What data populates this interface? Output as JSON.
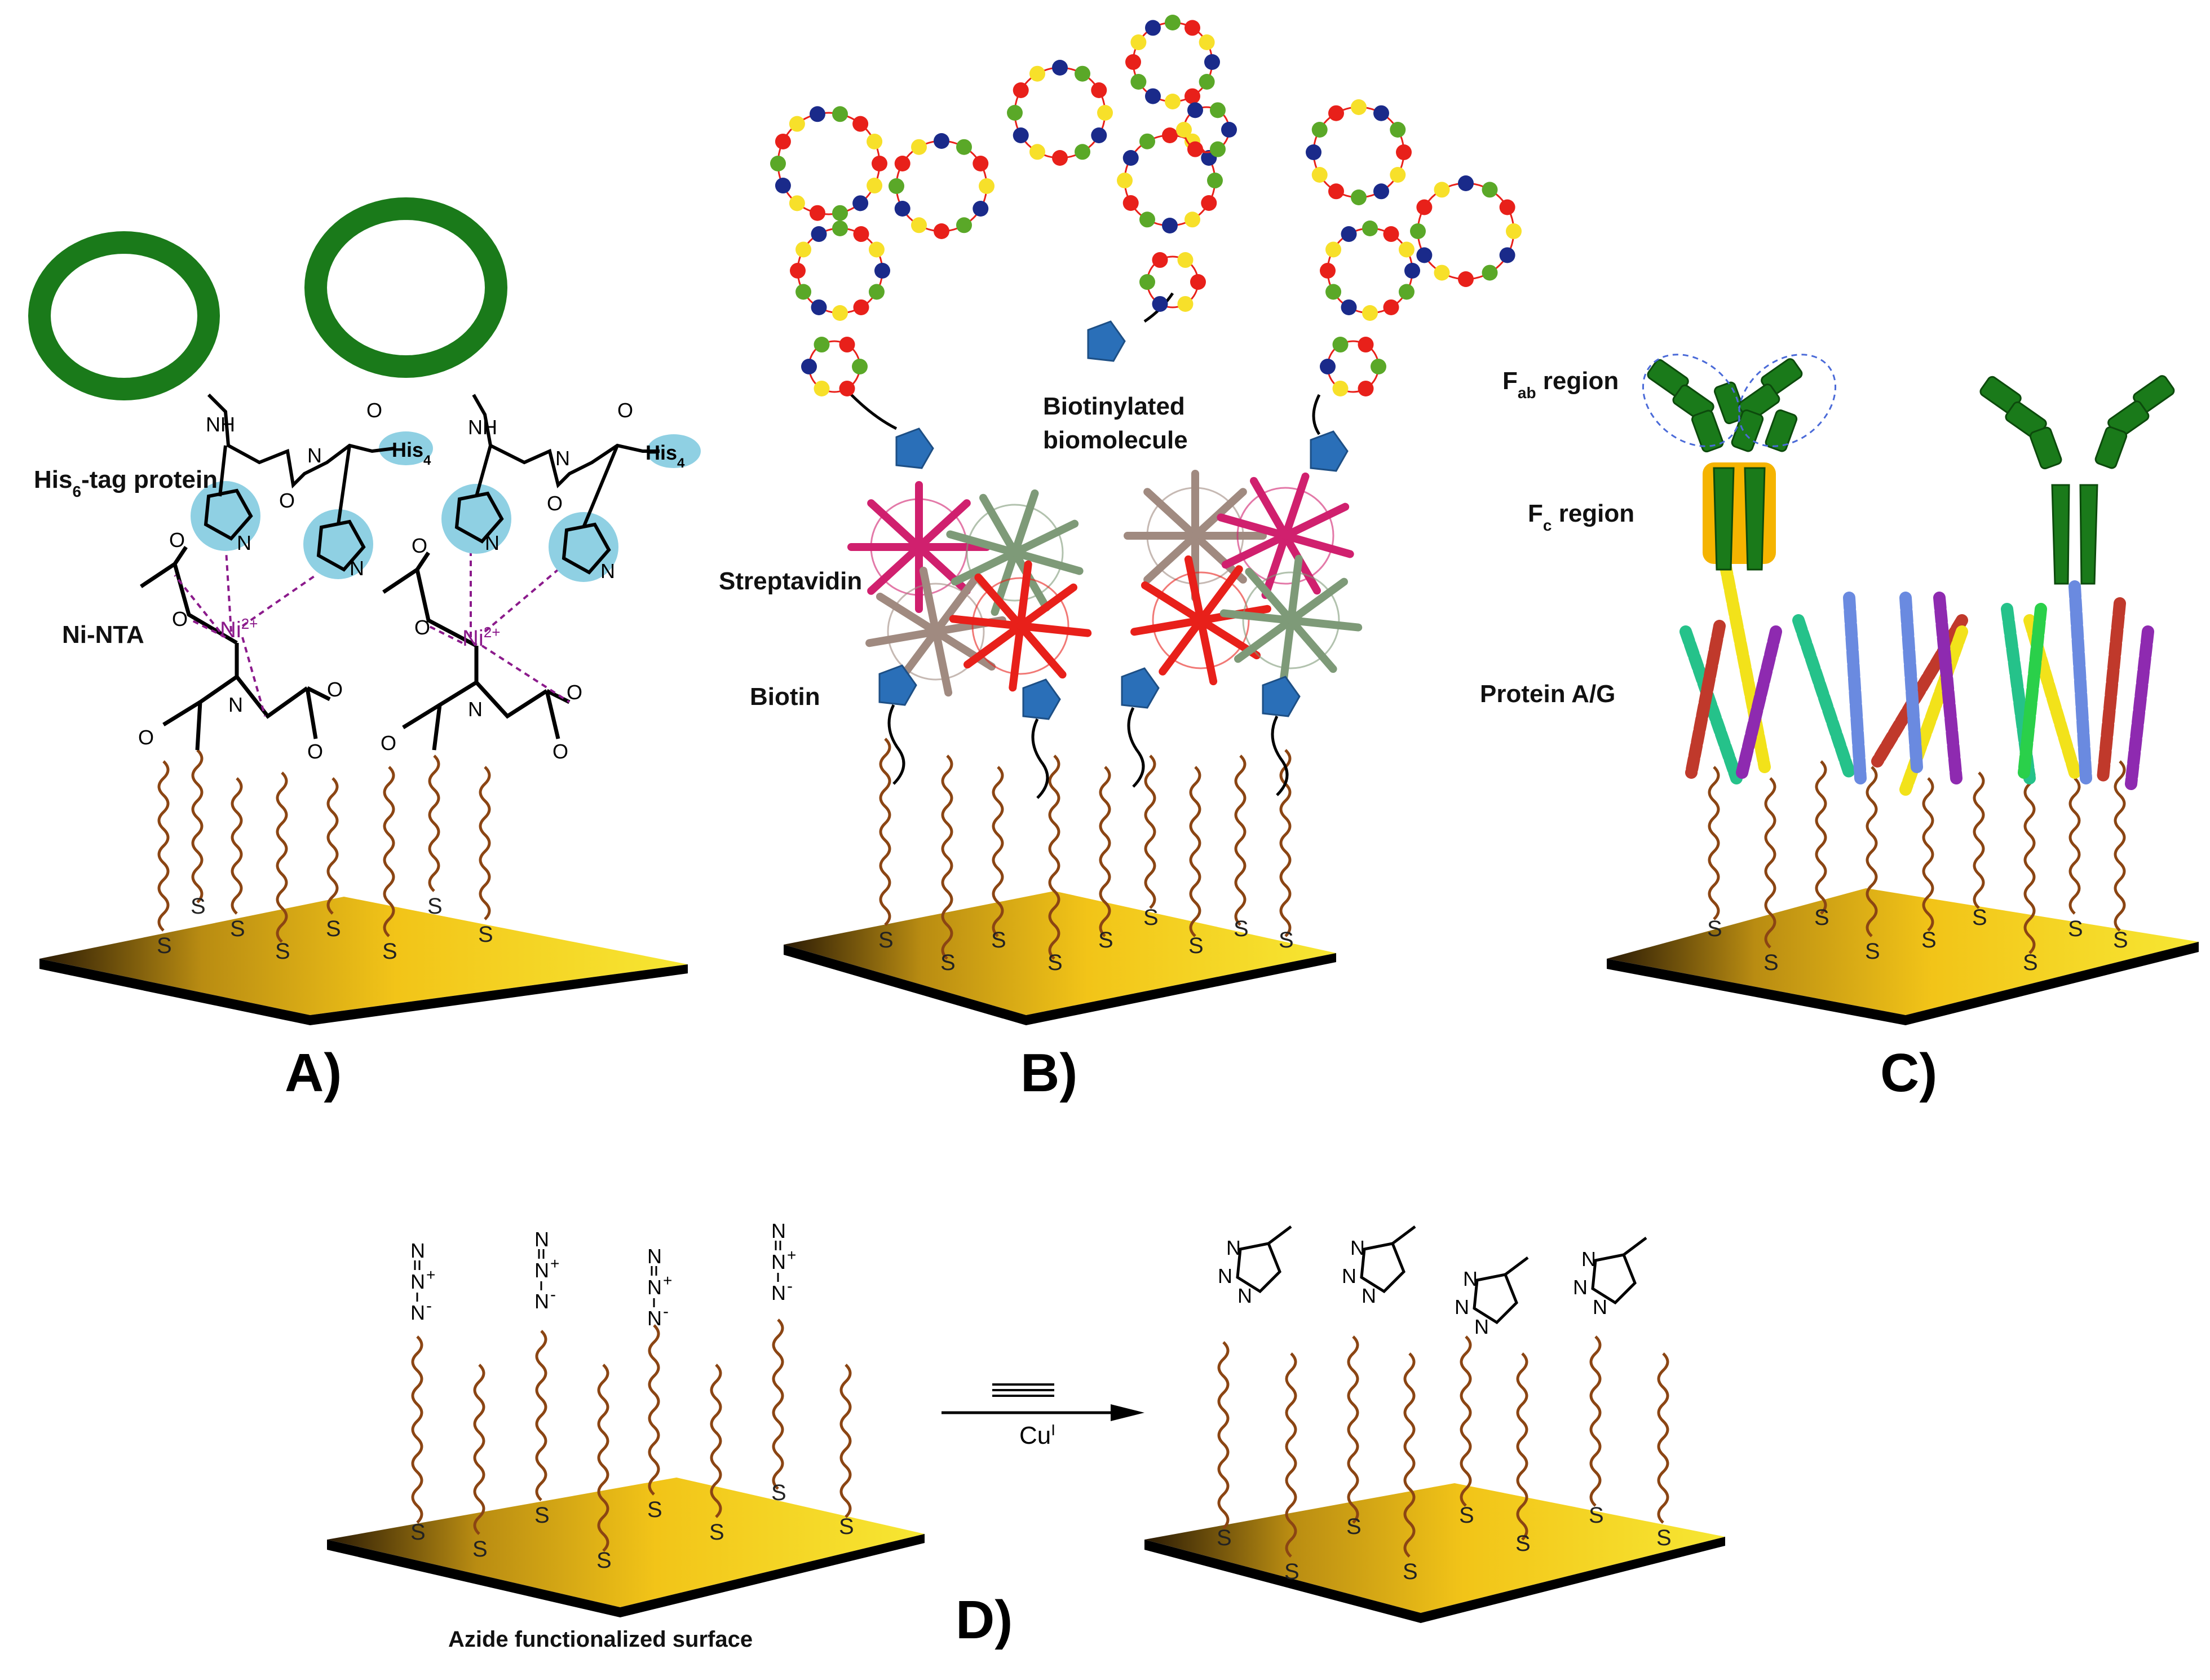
{
  "colors": {
    "gold_light": "#f7e02a",
    "gold_dark": "#2a1a05",
    "linker": "#8b4513",
    "protein_green": "#1a7a1a",
    "histidine_highlight": "#8fd0e3",
    "nickel": "#8b1a8b",
    "biotin": "#2a6fb8",
    "red_coil": "#d24a44"
  },
  "panels": {
    "a": {
      "letter": "A)",
      "his_tag_label_prefix": "His",
      "his_tag_label_sub": "6",
      "his_tag_label_suffix": "-tag protein",
      "ni_nta_label": "Ni-NTA",
      "nickel_prefix": "Ni",
      "nickel_charge": "2+",
      "his4_prefix": "His",
      "his4_sub": "4",
      "nh": "NH",
      "hn": "H",
      "n": "N",
      "o": "O",
      "sulfur": "S"
    },
    "b": {
      "letter": "B)",
      "biotinylated_line1": "Biotinylated",
      "biotinylated_line2": "biomolecule",
      "streptavidin_label": "Streptavidin",
      "biotin_label": "Biotin",
      "sulfur": "S"
    },
    "c": {
      "letter": "C)",
      "fab_prefix": "F",
      "fab_sub": "ab",
      "fab_suffix": " region",
      "fc_prefix": "F",
      "fc_sub": "c",
      "fc_suffix": " region",
      "protein_ag_label": "Protein A/G",
      "sulfur": "S"
    },
    "d": {
      "letter": "D)",
      "azide_surface_label": "Azide functionalized surface",
      "catalyst_prefix": "Cu",
      "catalyst_sup": "I",
      "n": "N",
      "n_plus": "+",
      "n_minus": "-",
      "sulfur": "S"
    }
  }
}
